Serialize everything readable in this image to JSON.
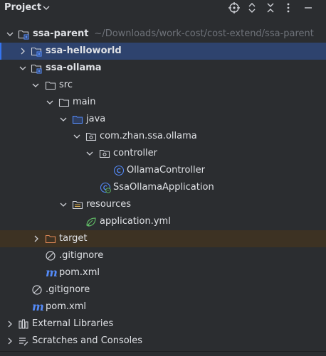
{
  "header": {
    "title": "Project",
    "icons": [
      "crosshair-icon",
      "expand-collapse-icon",
      "collapse-all-icon",
      "more-options-icon"
    ]
  },
  "tree": {
    "root": {
      "label": "ssa-parent",
      "path": "~/Downloads/work-cost/cost-extend/ssa-parent"
    },
    "helloworld": "ssa-helloworld",
    "ollama": "ssa-ollama",
    "src": "src",
    "main": "main",
    "java": "java",
    "package": "com.zhan.ssa.ollama",
    "controller": "controller",
    "controller_class": "OllamaController",
    "app_class": "SsaOllamaApplication",
    "resources": "resources",
    "app_yml": "application.yml",
    "target": "target",
    "ollama_gitignore": ".gitignore",
    "ollama_pom": "pom.xml",
    "root_gitignore": ".gitignore",
    "root_pom": "pom.xml",
    "external_libraries": "External Libraries",
    "scratches": "Scratches and Consoles"
  },
  "colors": {
    "background": "#2b2d30",
    "selection": "#2e436e",
    "excluded": "#3d3223",
    "text": "#dfe1e5",
    "muted": "#6f737a",
    "accent_blue": "#548af7",
    "folder_orange": "#e08855",
    "spring_green": "#5fb865"
  }
}
